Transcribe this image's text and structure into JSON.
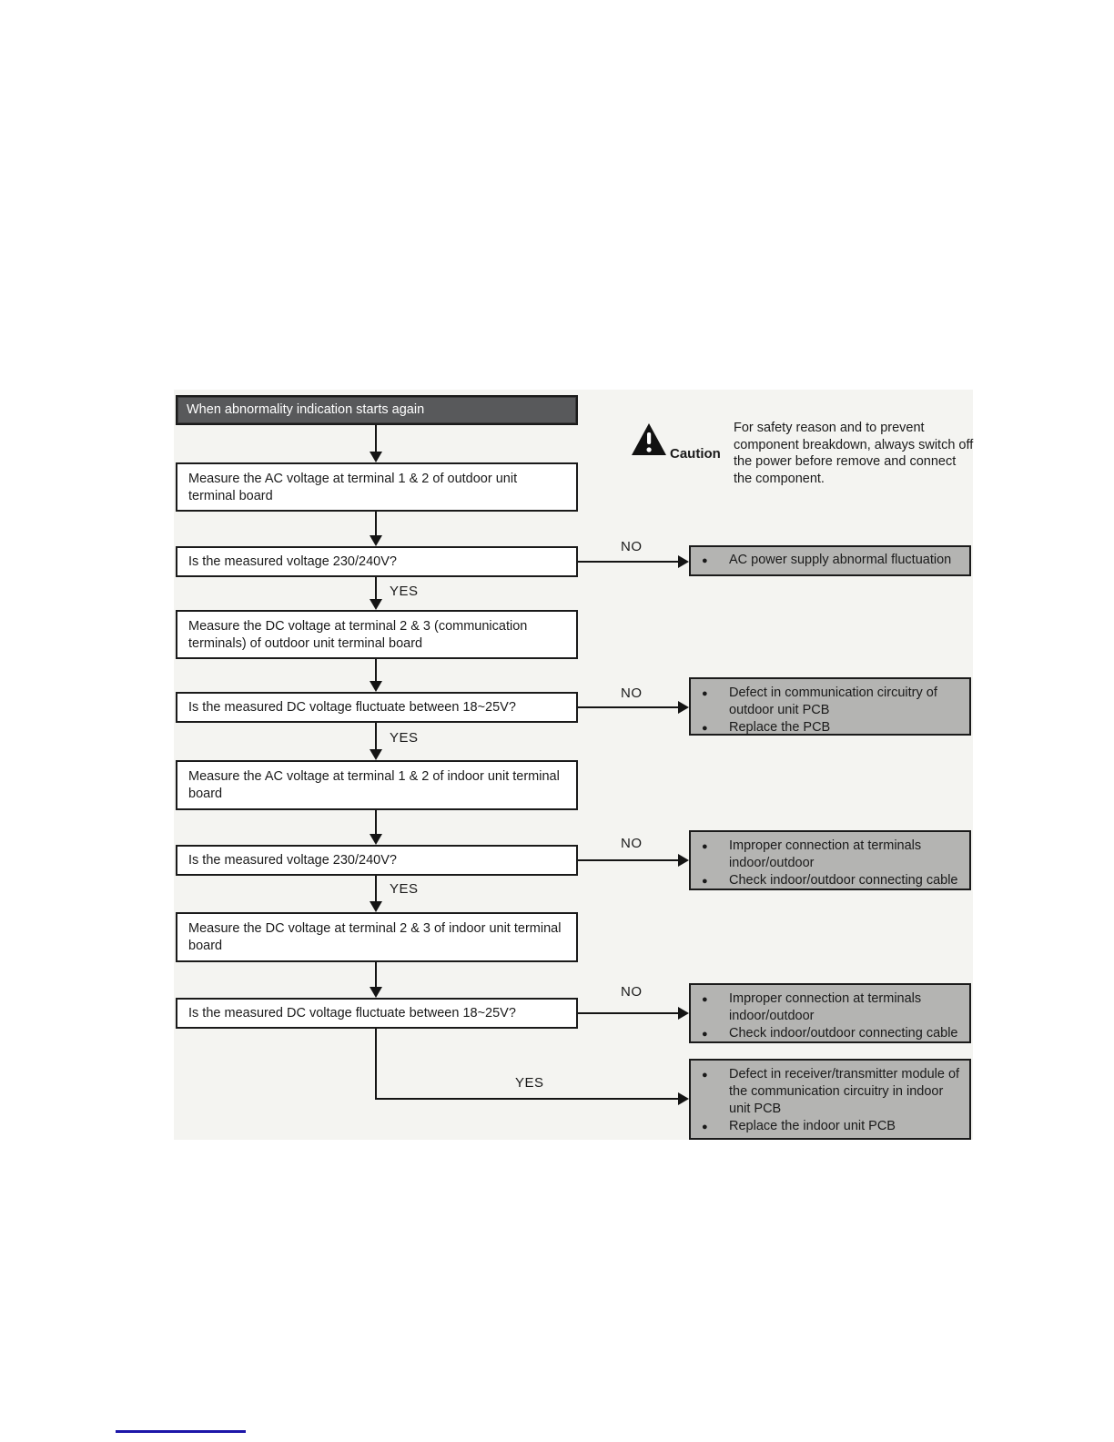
{
  "flowchart": {
    "start": "When abnormality indication starts again",
    "processes": [
      "Measure the AC voltage at terminal 1 & 2 of outdoor unit terminal board",
      "Measure the DC voltage at terminal 2 & 3 (communication terminals) of outdoor unit terminal board",
      "Measure the AC voltage at terminal 1 & 2 of indoor unit terminal board",
      "Measure the DC voltage at terminal 2 & 3 of indoor unit terminal board"
    ],
    "decisions": [
      "Is the measured voltage 230/240V?",
      "Is the measured DC voltage fluctuate between 18~25V?",
      "Is the measured voltage 230/240V?",
      "Is the measured DC voltage fluctuate between 18~25V?"
    ],
    "results": [
      {
        "items": [
          "AC power supply abnormal fluctuation"
        ]
      },
      {
        "items": [
          "Defect in communication circuitry of outdoor unit PCB",
          "Replace the PCB"
        ]
      },
      {
        "items": [
          "Improper connection at terminals indoor/outdoor",
          "Check indoor/outdoor connecting cable"
        ]
      },
      {
        "items": [
          "Improper connection at terminals indoor/outdoor",
          "Check indoor/outdoor connecting cable"
        ]
      },
      {
        "items": [
          "Defect in receiver/transmitter module of the communication circuitry in indoor unit PCB",
          "Replace the indoor unit PCB"
        ]
      }
    ],
    "labels": {
      "yes": "YES",
      "no": "NO"
    },
    "bullet": "●"
  },
  "caution": {
    "title": "Caution",
    "text": "For safety reason and to prevent component breakdown, always switch off the power before remove and connect the component.",
    "icon": "warning-triangle-icon"
  },
  "colors": {
    "start_fill": "#58595b",
    "start_text": "#ffffff",
    "process_fill": "#ffffff",
    "result_fill": "#b4b4b2",
    "flow_background": "#f4f4f1",
    "line": "#141414",
    "link_underline": "#1c16a8"
  }
}
